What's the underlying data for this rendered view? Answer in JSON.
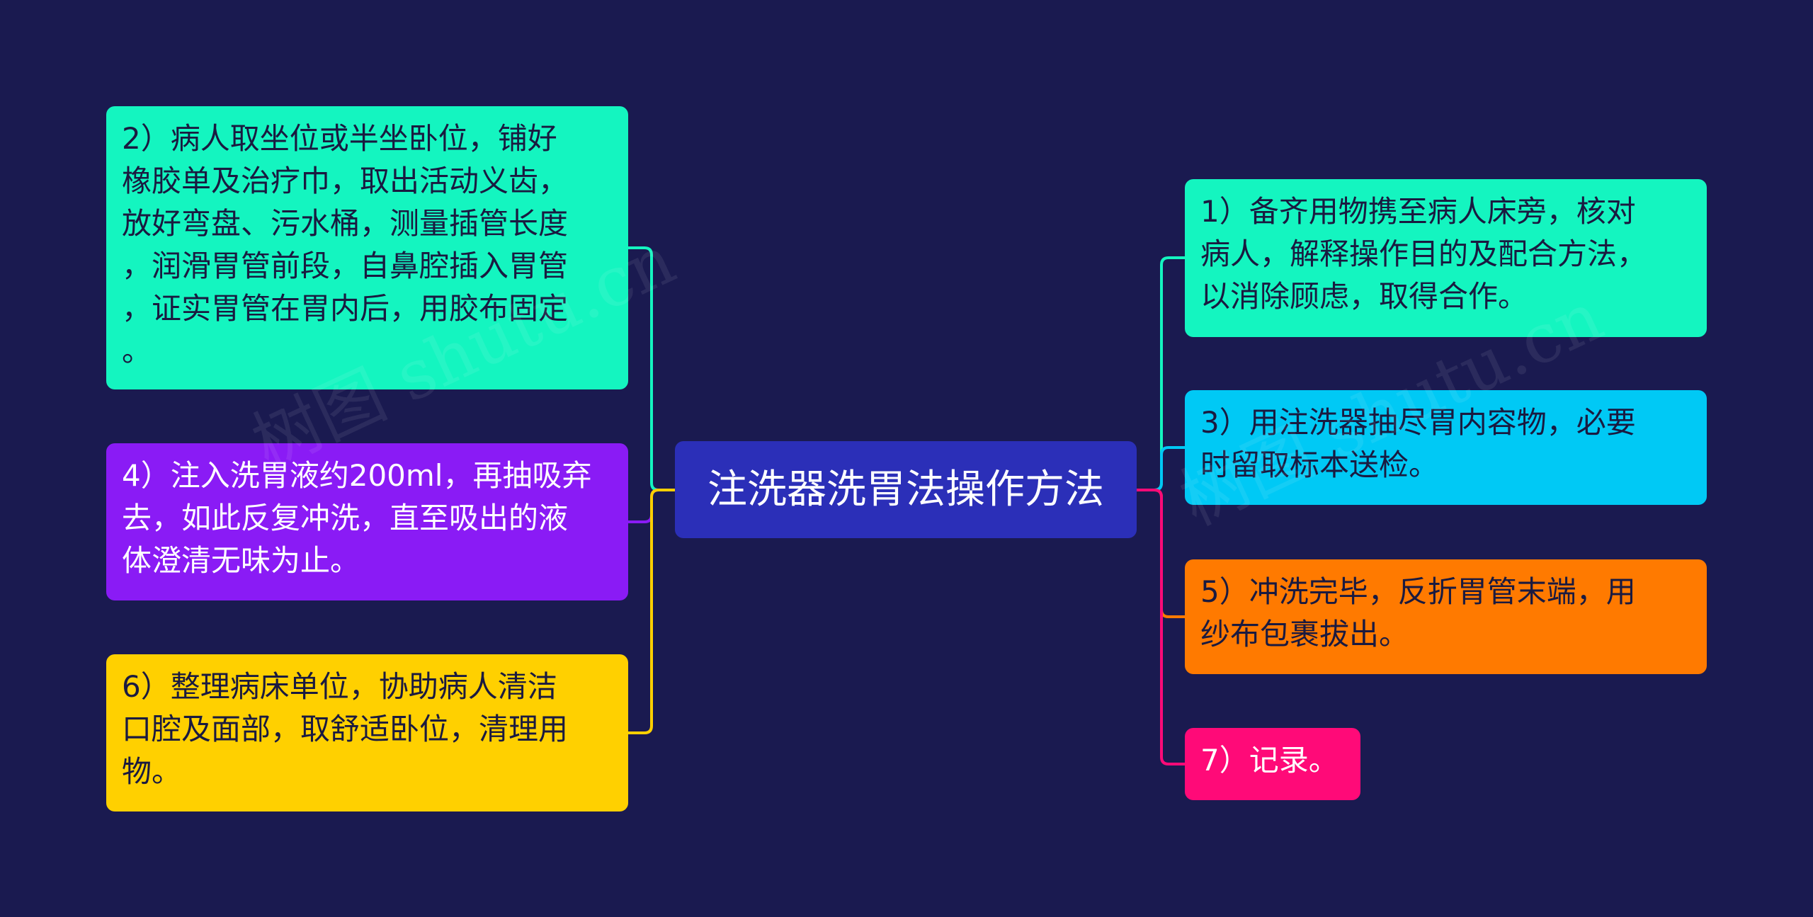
{
  "colors": {
    "background": "#1a1a50",
    "center": "#2b2fb8",
    "teal": "#14f5c0",
    "purple": "#8a1bf5",
    "yellow": "#ffd000",
    "cyan": "#00c9f5",
    "orange": "#ff7a00",
    "pink": "#ff0a78"
  },
  "center": {
    "title": "注洗器洗胃法操作方法"
  },
  "left_nodes": [
    {
      "id": "n2",
      "color": "teal",
      "text": "2）病人取坐位或半坐卧位，铺好\n橡胶单及治疗巾，取出活动义齿，\n放好弯盘、污水桶，测量插管长度\n，润滑胃管前段，自鼻腔插入胃管\n，证实胃管在胃内后，用胶布固定\n。"
    },
    {
      "id": "n4",
      "color": "purple",
      "text": "4）注入洗胃液约200ml，再抽吸弃\n去，如此反复冲洗，直至吸出的液\n体澄清无味为止。"
    },
    {
      "id": "n6",
      "color": "yellow",
      "text": "6）整理病床单位，协助病人清洁\n口腔及面部，取舒适卧位，清理用\n物。"
    }
  ],
  "right_nodes": [
    {
      "id": "n1",
      "color": "teal",
      "text": "1）备齐用物携至病人床旁，核对\n病人，解释操作目的及配合方法，\n以消除顾虑，取得合作。"
    },
    {
      "id": "n3",
      "color": "cyan",
      "text": "3）用注洗器抽尽胃内容物，必要\n时留取标本送检。"
    },
    {
      "id": "n5",
      "color": "orange",
      "text": "5）冲洗完毕，反折胃管末端，用\n纱布包裹拔出。"
    },
    {
      "id": "n7",
      "color": "pink",
      "text": "7）记录。"
    }
  ],
  "watermark": {
    "text": "树图 shutu.cn"
  }
}
